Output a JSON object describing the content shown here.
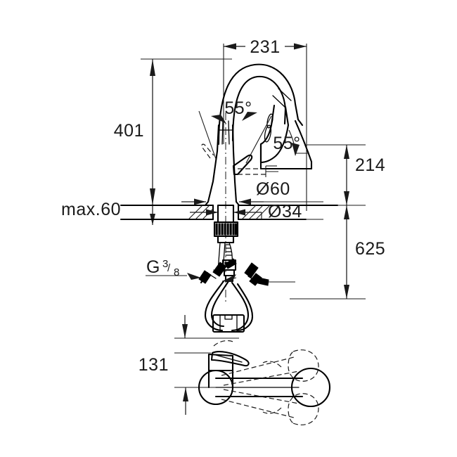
{
  "drawing": {
    "title": "Kitchen mixer tap dimensional drawing",
    "background_color": "#ffffff",
    "line_color": "#1a1a1a",
    "view_elevation_label": "elevation-view",
    "view_plan_label": "plan-view"
  },
  "dimensions": {
    "width_spout": "231",
    "height_total": "401",
    "height_spout_outlet": "214",
    "height_below_counter": "625",
    "counter_thickness": "max.60",
    "hole_diameter": "Ø34",
    "base_diameter": "Ø60",
    "swivel_angle_left": "55°",
    "swivel_angle_right": "55°",
    "thread_size_letter": "G",
    "thread_size_num": "3",
    "thread_size_den": "8",
    "plan_offset": "131"
  },
  "labels": {
    "dim_231": "231",
    "dim_401": "401",
    "dim_214": "214",
    "dim_625": "625",
    "dim_max60": "max.60",
    "dim_d34": "Ø34",
    "dim_d60": "Ø60",
    "dim_55_left": "55°",
    "dim_55_right": "55°",
    "dim_131": "131",
    "thread_g": "G",
    "thread_frac_num": "3",
    "thread_frac_slash": "/",
    "thread_frac_den": "8"
  }
}
